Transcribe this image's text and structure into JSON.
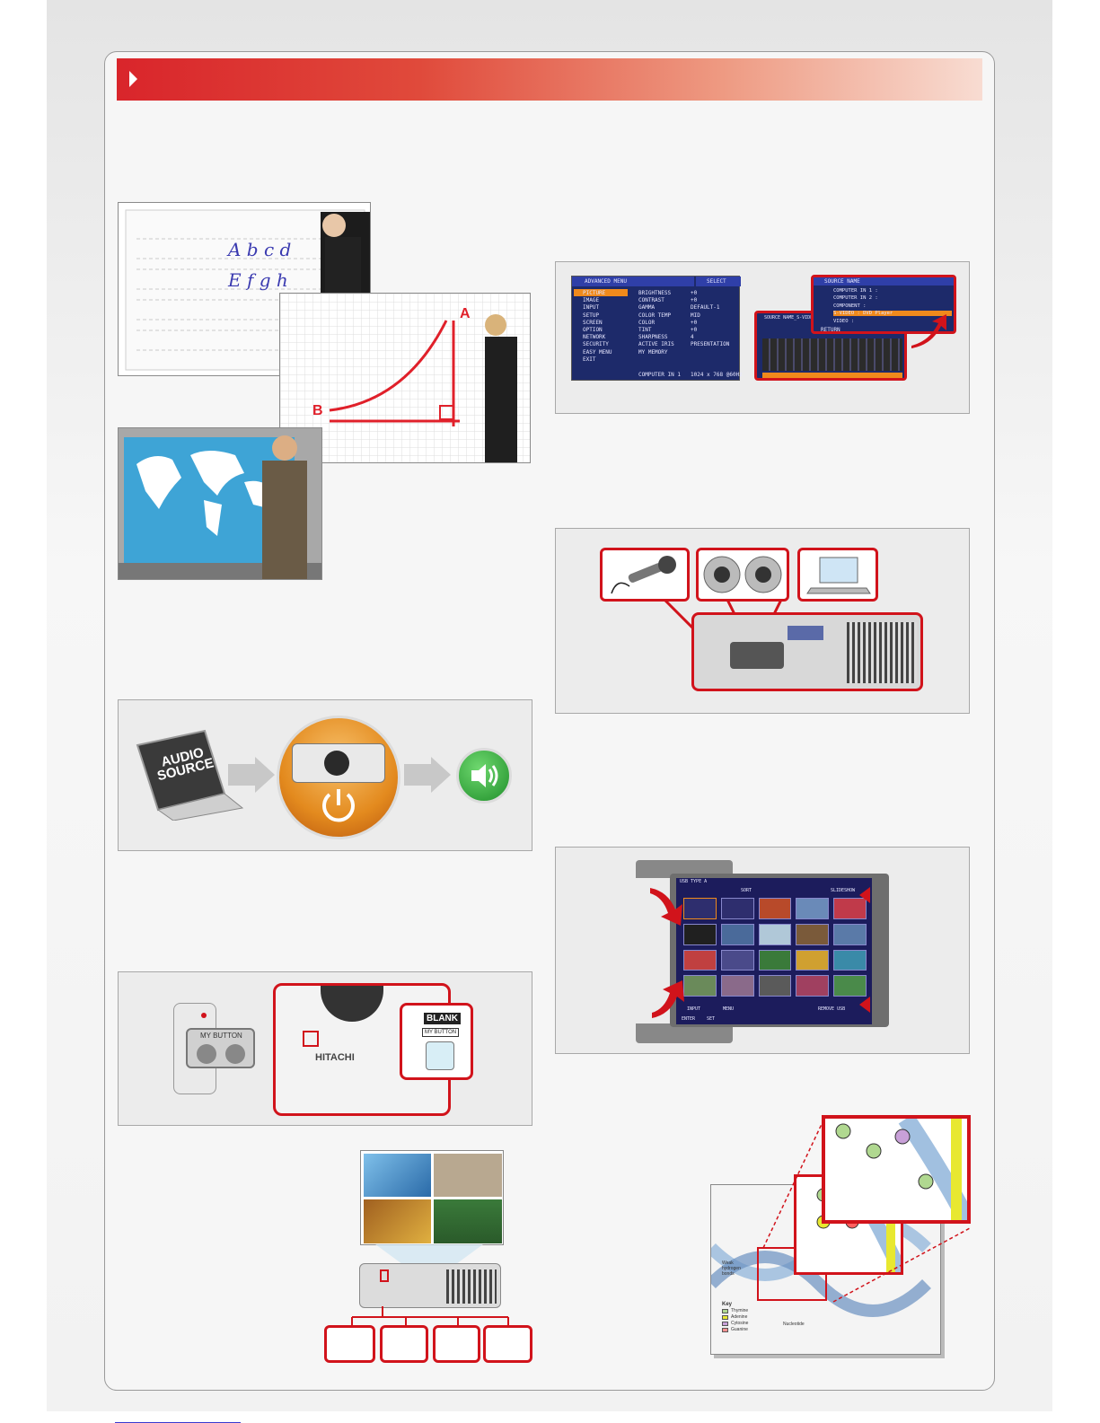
{
  "labels": {
    "audio_source": "AUDIO\nSOURCE",
    "my_button": "MY BUTTON",
    "blank": "BLANK",
    "my_button_small": "MY BUTTON",
    "hitachi": "HITACHI"
  },
  "advanced_menu": {
    "title": "ADVANCED MENU",
    "select": "SELECT",
    "left_items": [
      "PICTURE",
      "IMAGE",
      "INPUT",
      "SETUP",
      "SCREEN",
      "OPTION",
      "NETWORK",
      "SECURITY",
      "EASY MENU",
      "EXIT"
    ],
    "right_items": [
      {
        "name": "BRIGHTNESS",
        "value": "+0"
      },
      {
        "name": "CONTRAST",
        "value": "+0"
      },
      {
        "name": "GAMMA",
        "value": "DEFAULT-1"
      },
      {
        "name": "COLOR TEMP",
        "value": "MID"
      },
      {
        "name": "COLOR",
        "value": "+0"
      },
      {
        "name": "TINT",
        "value": "+0"
      },
      {
        "name": "SHARPNESS",
        "value": "4"
      },
      {
        "name": "ACTIVE IRIS",
        "value": "PRESENTATION"
      },
      {
        "name": "MY MEMORY",
        "value": ""
      }
    ],
    "footer_input": "COMPUTER IN 1",
    "footer_res": "1024 x 768 @60Hz"
  },
  "source_name": {
    "title": "SOURCE NAME",
    "items": [
      {
        "name": "COMPUTER IN 1",
        "value": ":"
      },
      {
        "name": "COMPUTER IN 2",
        "value": ":"
      },
      {
        "name": "COMPONENT",
        "value": ":"
      },
      {
        "name": "S-VIDEO",
        "value": ": DVD Player"
      },
      {
        "name": "VIDEO",
        "value": ":"
      }
    ],
    "return": "RETURN",
    "back_title": "SOURCE NAME_S-VIDEO"
  },
  "usb": {
    "title": "USB TYPE A",
    "sort": "SORT",
    "slideshow": "SLIDESHOW",
    "input": "INPUT",
    "menu": "MENU",
    "remove": "REMOVE USB",
    "enter": "ENTER",
    "set": "SET"
  },
  "dna_key": {
    "weak": "Weak\nhydrogen\nbonds",
    "key": "Key",
    "items": [
      "Thymine",
      "Adenine",
      "Cytosine",
      "Guanine"
    ],
    "nucleotide": "Nucleotide"
  },
  "board_letters": {
    "row1": "A b c d",
    "row2": "E f g h",
    "a": "A",
    "b": "B"
  }
}
